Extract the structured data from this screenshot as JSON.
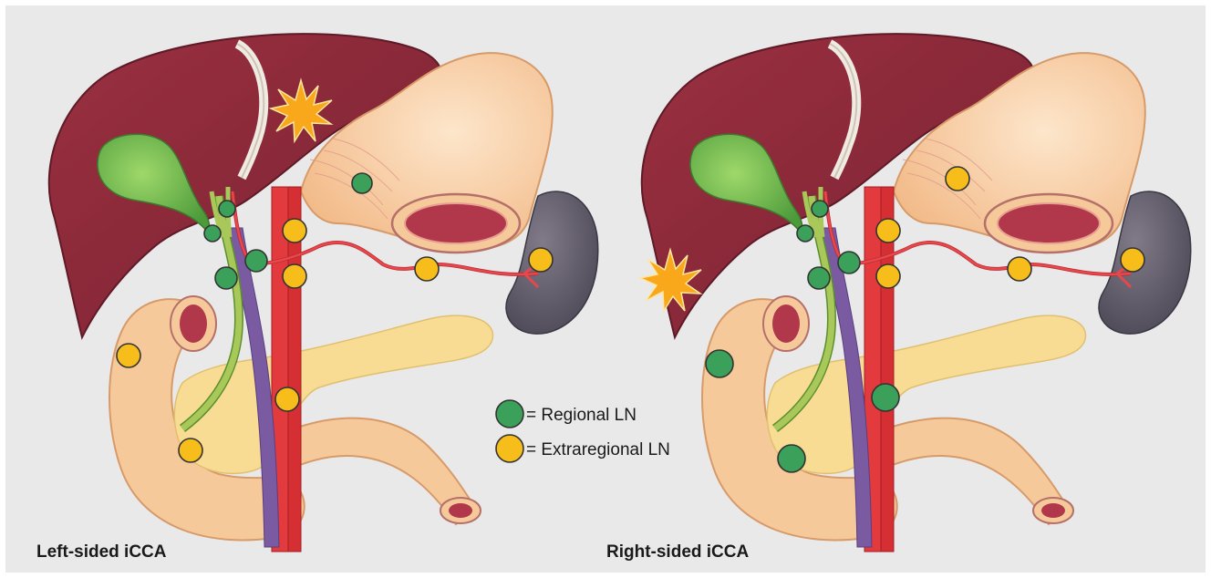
{
  "panels": [
    {
      "title": "Left-sided iCCA",
      "tumor": "left-lobe"
    },
    {
      "title": "Right-sided iCCA",
      "tumor": "right-lobe"
    }
  ],
  "legend": {
    "regional": "= Regional LN",
    "extraregional": "= Extraregional LN"
  },
  "colors": {
    "background": "#e9e9ea",
    "liver": "#8e2a38",
    "stomach": "#f6c99b",
    "spleen": "#65606e",
    "pancreas": "#f8dc94",
    "duodenum": "#f6c99b",
    "aorta": "#e33a3e",
    "portal_vein": "#7a5aa0",
    "bile_duct": "#a8c85a",
    "gallbladder": "#6fb24a",
    "tumor": "#f9a81c",
    "regional_ln": "#3aa05a",
    "extraregional_ln": "#f7bd1a"
  },
  "lymph_node_status": {
    "left_sided": {
      "hepatoduodenal": "regional",
      "lesser_curvature": "regional",
      "common_hepatic": "regional",
      "celiac": "extraregional",
      "para_aortic": "extraregional",
      "splenic": "extraregional",
      "splenic_hilum": "extraregional",
      "retropancreatic": "extraregional",
      "pancreaticoduodenal": "extraregional"
    },
    "right_sided": {
      "hepatoduodenal": "regional",
      "lesser_curvature": "extraregional",
      "common_hepatic": "regional",
      "celiac": "extraregional",
      "para_aortic": "extraregional",
      "splenic": "extraregional",
      "splenic_hilum": "extraregional",
      "retropancreatic": "regional",
      "pancreaticoduodenal": "regional"
    }
  }
}
